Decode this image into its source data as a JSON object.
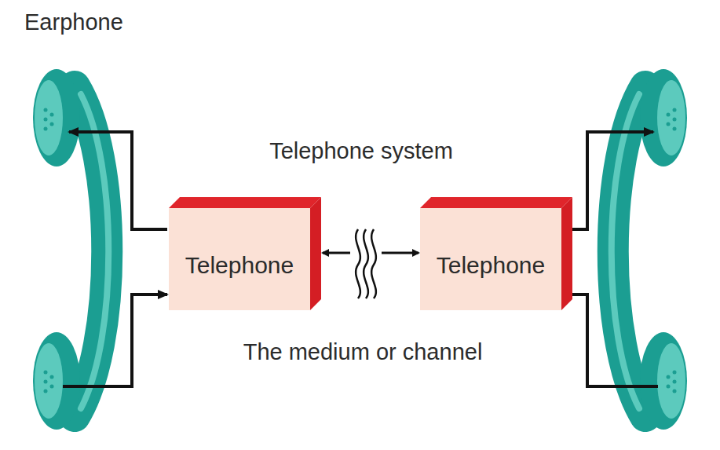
{
  "diagram": {
    "nodes": [
      {
        "text": [
          "Telephone"
        ]
      },
      {
        "text": [
          "Telephone"
        ]
      }
    ],
    "edges": [
      {
        "from": 0,
        "to": 1,
        "arrow": "both"
      }
    ],
    "labels": [
      "Earphone",
      "Telephone system",
      "The medium or channel"
    ]
  }
}
